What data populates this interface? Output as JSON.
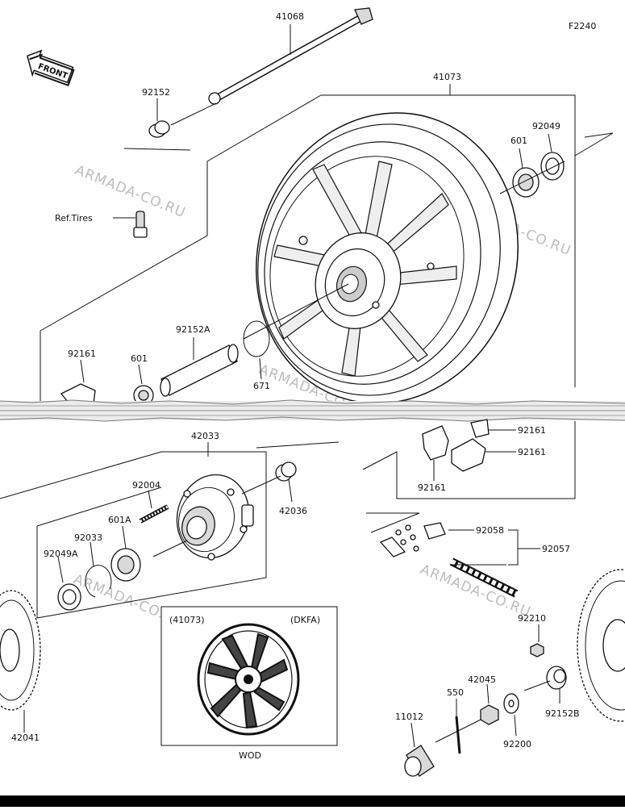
{
  "diagram": {
    "figure_code": "F2240",
    "front_badge": "FRONT",
    "watermark": "ARMADA-CO.RU",
    "ref_tires": "Ref.Tires",
    "inset_left": "(41073)",
    "inset_right": "(DKFA)",
    "inset_caption": "WOD",
    "parts": {
      "p41068": "41068",
      "p41073": "41073",
      "p92152": "92152",
      "p92049": "92049",
      "p601_top": "601",
      "p92161_a": "92161",
      "p601_mid": "601",
      "p92152A": "92152A",
      "p671": "671",
      "p92161_b": "92161",
      "p92161_c": "92161",
      "p92161_d": "92161",
      "p42033": "42033",
      "p92004": "92004",
      "p42036": "42036",
      "p601A": "601A",
      "p92033": "92033",
      "p92049A": "92049A",
      "p42041": "42041",
      "p92058": "92058",
      "p92057": "92057",
      "p92210": "92210",
      "p42045": "42045",
      "p550": "550",
      "p11012": "11012",
      "p92200": "92200",
      "p92152B": "92152B"
    }
  }
}
